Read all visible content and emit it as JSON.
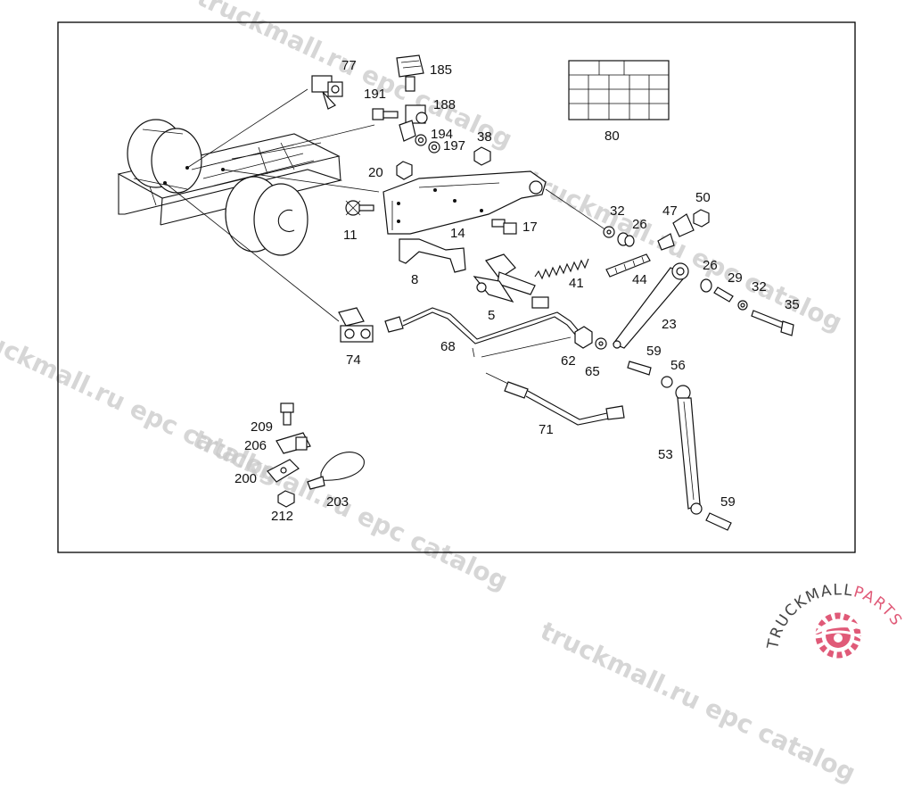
{
  "callouts": [
    {
      "id": "77",
      "label": "77"
    },
    {
      "id": "185",
      "label": "185"
    },
    {
      "id": "191",
      "label": "191"
    },
    {
      "id": "188",
      "label": "188"
    },
    {
      "id": "194",
      "label": "194"
    },
    {
      "id": "197",
      "label": "197"
    },
    {
      "id": "38",
      "label": "38"
    },
    {
      "id": "80",
      "label": "80"
    },
    {
      "id": "20",
      "label": "20"
    },
    {
      "id": "11",
      "label": "11"
    },
    {
      "id": "14",
      "label": "14"
    },
    {
      "id": "17",
      "label": "17"
    },
    {
      "id": "32a",
      "label": "32"
    },
    {
      "id": "26a",
      "label": "26"
    },
    {
      "id": "47",
      "label": "47"
    },
    {
      "id": "50",
      "label": "50"
    },
    {
      "id": "8",
      "label": "8"
    },
    {
      "id": "41",
      "label": "41"
    },
    {
      "id": "44",
      "label": "44"
    },
    {
      "id": "26b",
      "label": "26"
    },
    {
      "id": "29",
      "label": "29"
    },
    {
      "id": "32b",
      "label": "32"
    },
    {
      "id": "35",
      "label": "35"
    },
    {
      "id": "5",
      "label": "5"
    },
    {
      "id": "23",
      "label": "23"
    },
    {
      "id": "74",
      "label": "74"
    },
    {
      "id": "68",
      "label": "68"
    },
    {
      "id": "62",
      "label": "62"
    },
    {
      "id": "65",
      "label": "65"
    },
    {
      "id": "59a",
      "label": "59"
    },
    {
      "id": "56",
      "label": "56"
    },
    {
      "id": "71",
      "label": "71"
    },
    {
      "id": "209",
      "label": "209"
    },
    {
      "id": "206",
      "label": "206"
    },
    {
      "id": "200",
      "label": "200"
    },
    {
      "id": "203",
      "label": "203"
    },
    {
      "id": "212",
      "label": "212"
    },
    {
      "id": "53",
      "label": "53"
    },
    {
      "id": "59b",
      "label": "59"
    }
  ],
  "watermarks": [
    "truckmall.ru epc catalog",
    "truckmall.ru epc catalog",
    "truckmall.ru epc catalog",
    "truckmall.ru epc catalog",
    "truckmall.ru epc catalog"
  ],
  "logo": {
    "text_dark": "TRUCKMALL",
    "text_accent": "PARTS",
    "accent_color": "#e05a78",
    "dark_color": "#444444"
  },
  "colors": {
    "line": "#111111",
    "frame": "#000000",
    "watermark": "#c9c9c9"
  }
}
